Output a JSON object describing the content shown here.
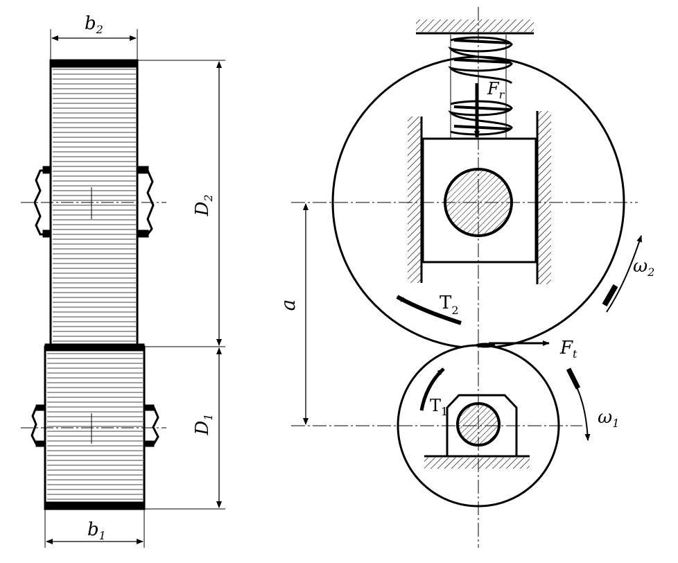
{
  "diagram": {
    "labels": {
      "b2": {
        "main": "b",
        "sub": "2"
      },
      "b1": {
        "main": "b",
        "sub": "1"
      },
      "D2": {
        "main": "D",
        "sub": "2"
      },
      "D1": {
        "main": "D",
        "sub": "1"
      },
      "a": {
        "main": "a"
      },
      "Fr": {
        "main": "F",
        "sub": "r"
      },
      "Ft": {
        "main": "F",
        "sub": "t"
      },
      "T2": {
        "main": "T",
        "sub": "2"
      },
      "T1": {
        "main": "T",
        "sub": "1"
      },
      "w2": {
        "main": "ω",
        "sub": "2"
      },
      "w1": {
        "main": "ω",
        "sub": "1"
      }
    },
    "colors": {
      "ink": "#000000",
      "background": "#ffffff"
    }
  }
}
